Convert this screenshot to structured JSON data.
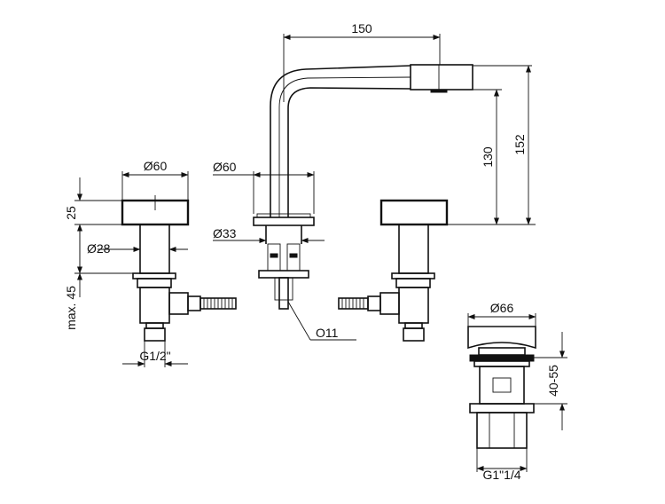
{
  "dimensions": {
    "spout_reach": "150",
    "spout_height_inner": "130",
    "spout_height_total": "152",
    "handle_diameter": "Ø60",
    "handle_height": "25",
    "shank_diameter": "Ø28",
    "max_height": "max. 45",
    "inlet_thread": "G1/2\"",
    "spout_base_diameter": "Ø60",
    "spout_shank_diameter": "Ø33",
    "hex_size": "O11",
    "waste_diameter": "Ø66",
    "waste_range": "40-55",
    "waste_thread": "G1\"1/4"
  }
}
